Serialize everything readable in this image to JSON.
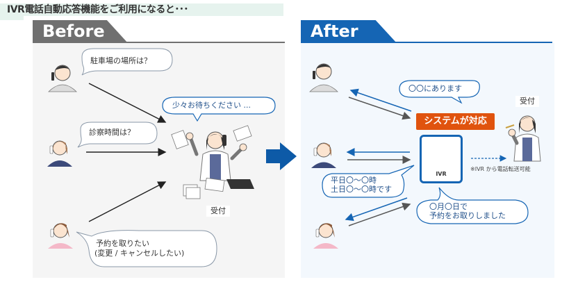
{
  "header": {
    "title": "IVR電話自動応答機能をご利用になると･･･"
  },
  "before": {
    "tab_label": "Before",
    "bubbles": {
      "parking": "駐車場の場所は？",
      "hours": "診察時間は？",
      "reservation_line1": "予約を取りたい",
      "reservation_line2": "(変更 / キャンセルしたい)",
      "wait": "少々お待ちください ..."
    },
    "receptionist_label": "受付"
  },
  "after": {
    "tab_label": "After",
    "bubbles": {
      "location": "〇〇にあります",
      "hours_line1": "平日〇～〇時",
      "hours_line2": "土日〇～〇時です",
      "reserved_line1": "〇月〇日で",
      "reserved_line2": "予約をお取りしました"
    },
    "system_badge": "システムが対応",
    "ivr_label": "IVR",
    "receptionist_label": "受付",
    "transfer_note": "※IVR から電話転送可能"
  },
  "colors": {
    "before_accent": "#707070",
    "after_accent": "#1565b4",
    "system_badge": "#e0530e",
    "arrow_blue": "#1565b4",
    "arrow_gray": "#555555"
  }
}
